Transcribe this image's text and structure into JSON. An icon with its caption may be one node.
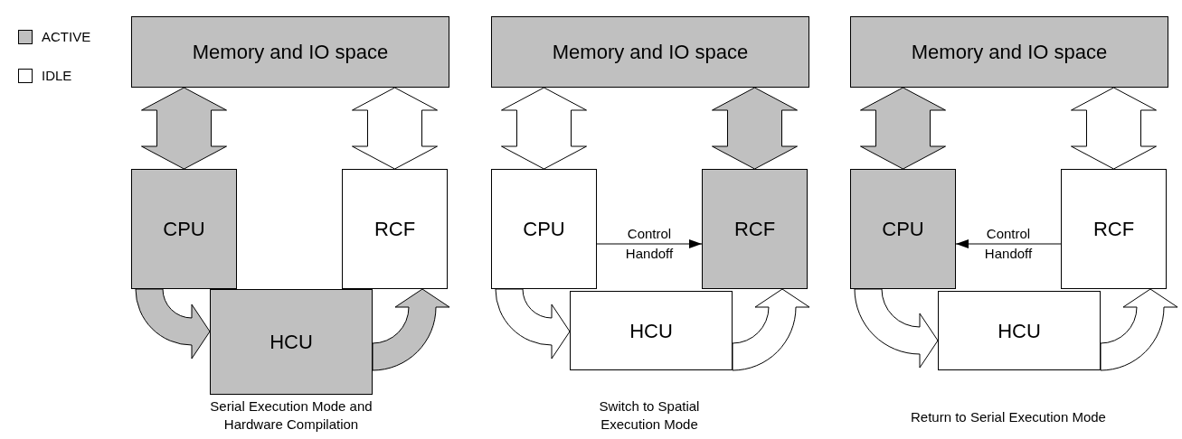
{
  "diagram": {
    "nodes": [
      {
        "text": [
          "Memory and IO space"
        ]
      },
      {
        "text": [
          "CPU"
        ]
      },
      {
        "text": [
          "RCF"
        ]
      },
      {
        "text": [
          "HCU"
        ]
      },
      {
        "text": [
          "Memory and IO space"
        ]
      },
      {
        "text": [
          "CPU"
        ]
      },
      {
        "text": [
          "RCF"
        ]
      },
      {
        "text": [
          "HCU"
        ]
      },
      {
        "text": [
          "Memory and IO space"
        ]
      },
      {
        "text": [
          "CPU"
        ]
      },
      {
        "text": [
          "RCF"
        ]
      },
      {
        "text": [
          "HCU"
        ]
      }
    ],
    "edges": [
      {
        "from": 0,
        "to": 1,
        "arrow": "both",
        "color": "#c0c0c0"
      },
      {
        "from": 0,
        "to": 2,
        "arrow": "both"
      },
      {
        "from": 1,
        "to": 3,
        "arrow": "to",
        "color": "#c0c0c0"
      },
      {
        "from": 3,
        "to": 2,
        "arrow": "to",
        "color": "#c0c0c0"
      },
      {
        "from": 4,
        "to": 5,
        "arrow": "both"
      },
      {
        "from": 4,
        "to": 6,
        "arrow": "both",
        "color": "#c0c0c0"
      },
      {
        "from": 5,
        "to": 7,
        "arrow": "to"
      },
      {
        "from": 7,
        "to": 6,
        "arrow": "to"
      },
      {
        "from": 5,
        "to": 6,
        "arrow": "to",
        "label": "Control Handoff"
      },
      {
        "from": 8,
        "to": 9,
        "arrow": "both",
        "color": "#c0c0c0"
      },
      {
        "from": 8,
        "to": 10,
        "arrow": "both"
      },
      {
        "from": 9,
        "to": 11,
        "arrow": "to"
      },
      {
        "from": 11,
        "to": 10,
        "arrow": "to"
      },
      {
        "from": 10,
        "to": 9,
        "arrow": "to",
        "label": "Control Handoff"
      }
    ],
    "labels": [
      "Serial Execution Mode and Hardware Compilation",
      "Switch to Spatial Execution Mode",
      "Return to Serial Execution Mode"
    ],
    "legend": [
      {
        "text": "ACTIVE",
        "color": "#c0c0c0"
      },
      {
        "text": "IDLE",
        "color": "#ffffff"
      }
    ]
  }
}
